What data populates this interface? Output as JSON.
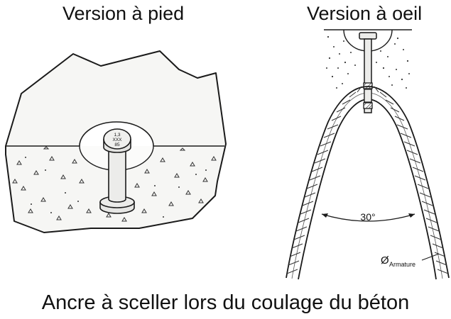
{
  "titles": {
    "left": "Version à pied",
    "right": "Version à oeil"
  },
  "left_figure": {
    "anchor_head_marking": [
      "1,3",
      "XXX",
      "85"
    ]
  },
  "right_figure": {
    "angle_label": "30°",
    "diameter_symbol": "Ø",
    "diameter_subscript": "Armature"
  },
  "caption": "Ancre à sceller lors du coulage du béton",
  "colors": {
    "stroke": "#1a1a1a",
    "concrete_fill": "#f6f6f4",
    "anchor_fill": "#ececea",
    "hatch": "#666666"
  }
}
